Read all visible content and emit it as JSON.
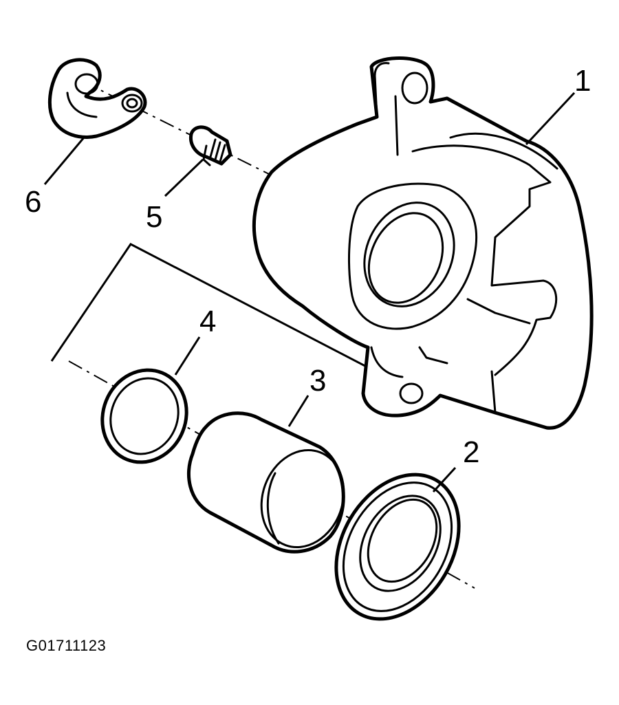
{
  "figure": {
    "id": "G01711123"
  },
  "callouts": [
    {
      "number": "1"
    },
    {
      "number": "2"
    },
    {
      "number": "3"
    },
    {
      "number": "4"
    },
    {
      "number": "5"
    },
    {
      "number": "6"
    }
  ],
  "colors": {
    "line": "#000000",
    "background": "#ffffff"
  }
}
